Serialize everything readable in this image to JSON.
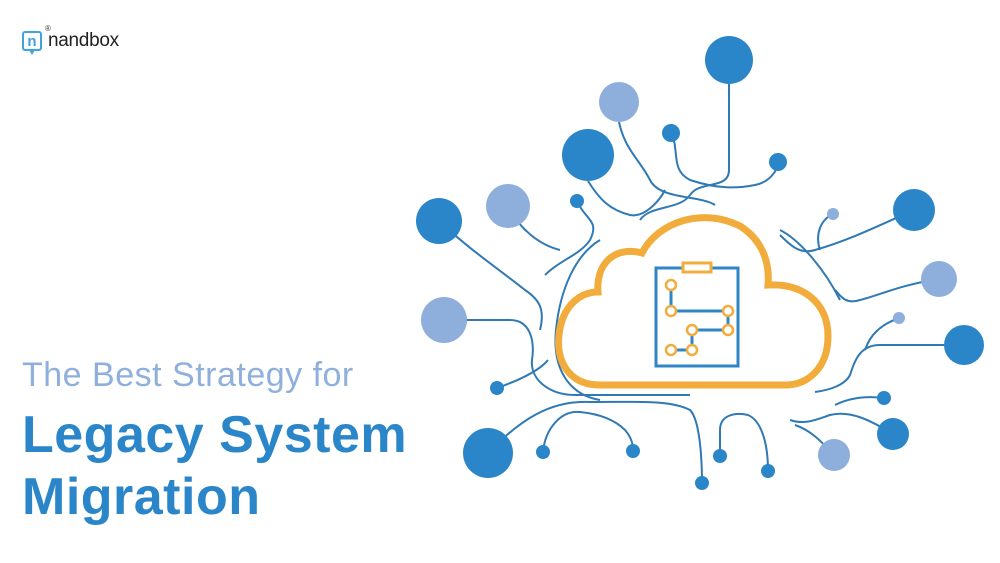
{
  "brand": {
    "name": "nandbox",
    "registered": "®",
    "mark_letter": "n"
  },
  "heading": {
    "subtitle": "The Best Strategy for",
    "title_line1": "Legacy System",
    "title_line2": "Migration"
  },
  "colors": {
    "dark_blue": "#2a86c8",
    "light_blue": "#8eaedb",
    "orange": "#f2ac3c",
    "line_blue": "#2f79b5"
  }
}
